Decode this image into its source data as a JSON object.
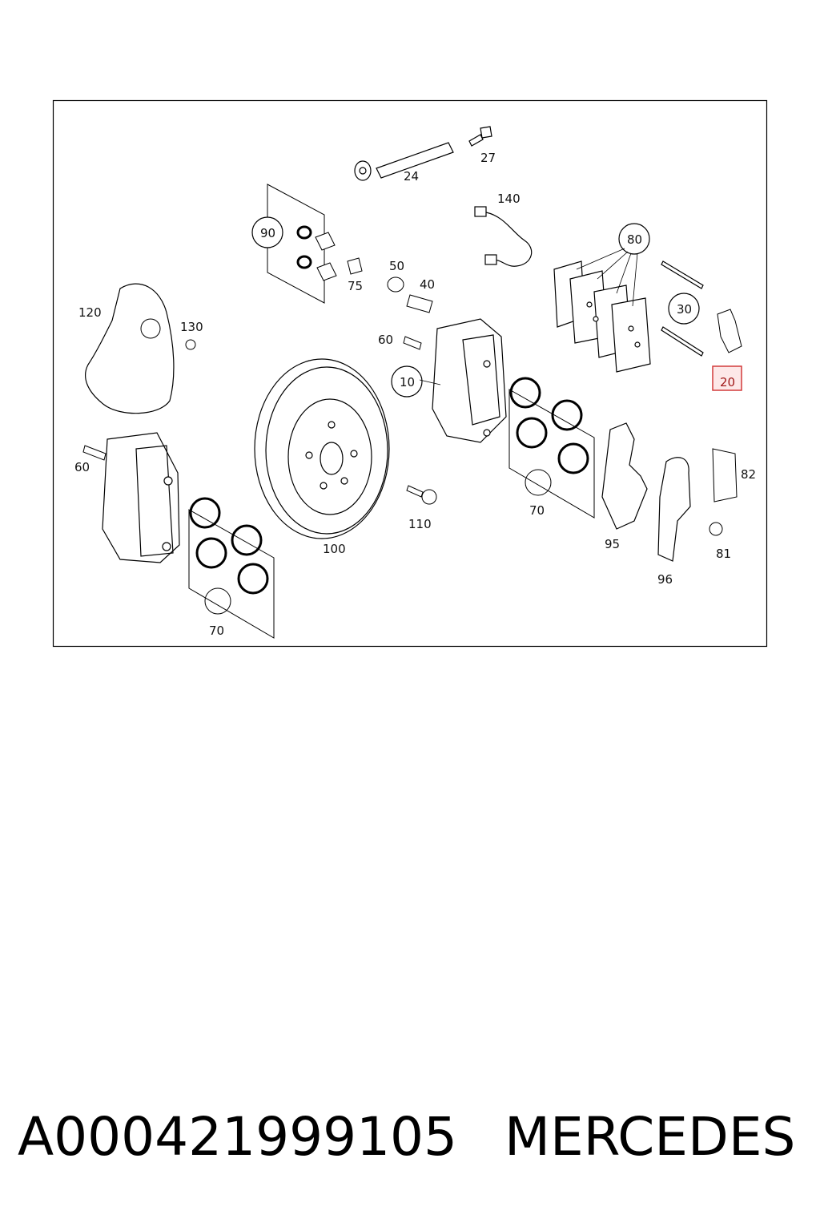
{
  "diagram": {
    "labels": {
      "l24": "24",
      "l27": "27",
      "l140": "140",
      "l90": "90",
      "l80": "80",
      "l75": "75",
      "l50": "50",
      "l40": "40",
      "l30": "30",
      "l120": "120",
      "l130": "130",
      "l60a": "60",
      "l10": "10",
      "l20": "20",
      "l60b": "60",
      "l100": "100",
      "l110": "110",
      "l70a": "70",
      "l95": "95",
      "l82": "82",
      "l81": "81",
      "l96": "96",
      "l70b": "70"
    },
    "highlighted_callout": "20",
    "highlight_color": "#d23a3a"
  },
  "caption": {
    "part_number": "A000421999105",
    "brand": "MERCEDES"
  }
}
